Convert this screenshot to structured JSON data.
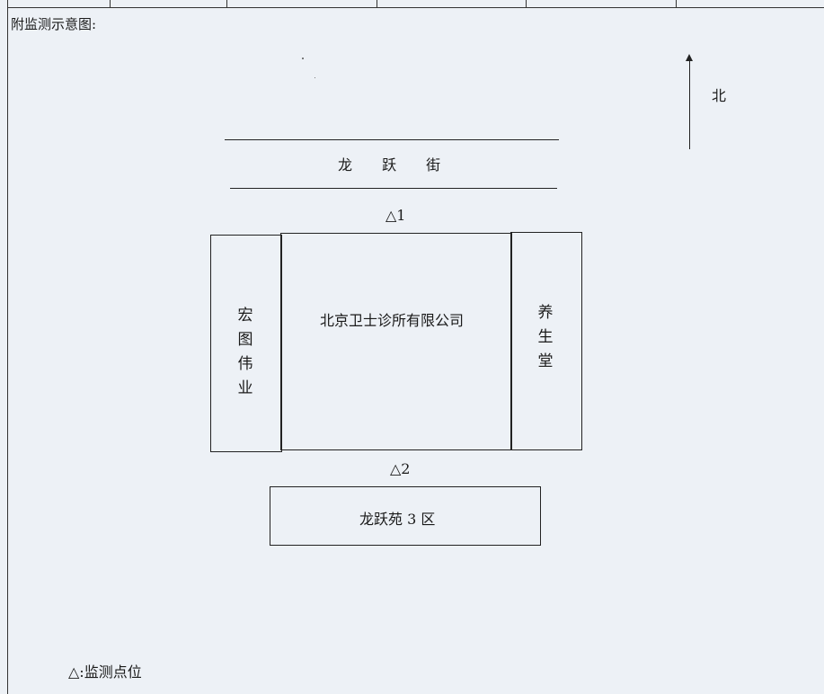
{
  "title": "附监测示意图:",
  "north_label": "北",
  "street_label": "龙 跃 街",
  "point_1": "△1",
  "point_2": "△2",
  "west_building": "宏图伟业",
  "center_building": "北京卫士诊所有限公司",
  "east_building": "养生堂",
  "south_building": "龙跃苑 3 区",
  "legend": "△:监测点位",
  "icons": {
    "north_arrow": "arrow-up-icon",
    "monitor_marker": "triangle-icon"
  },
  "colors": {
    "background": "#edf1f6",
    "lines": "#222222"
  }
}
